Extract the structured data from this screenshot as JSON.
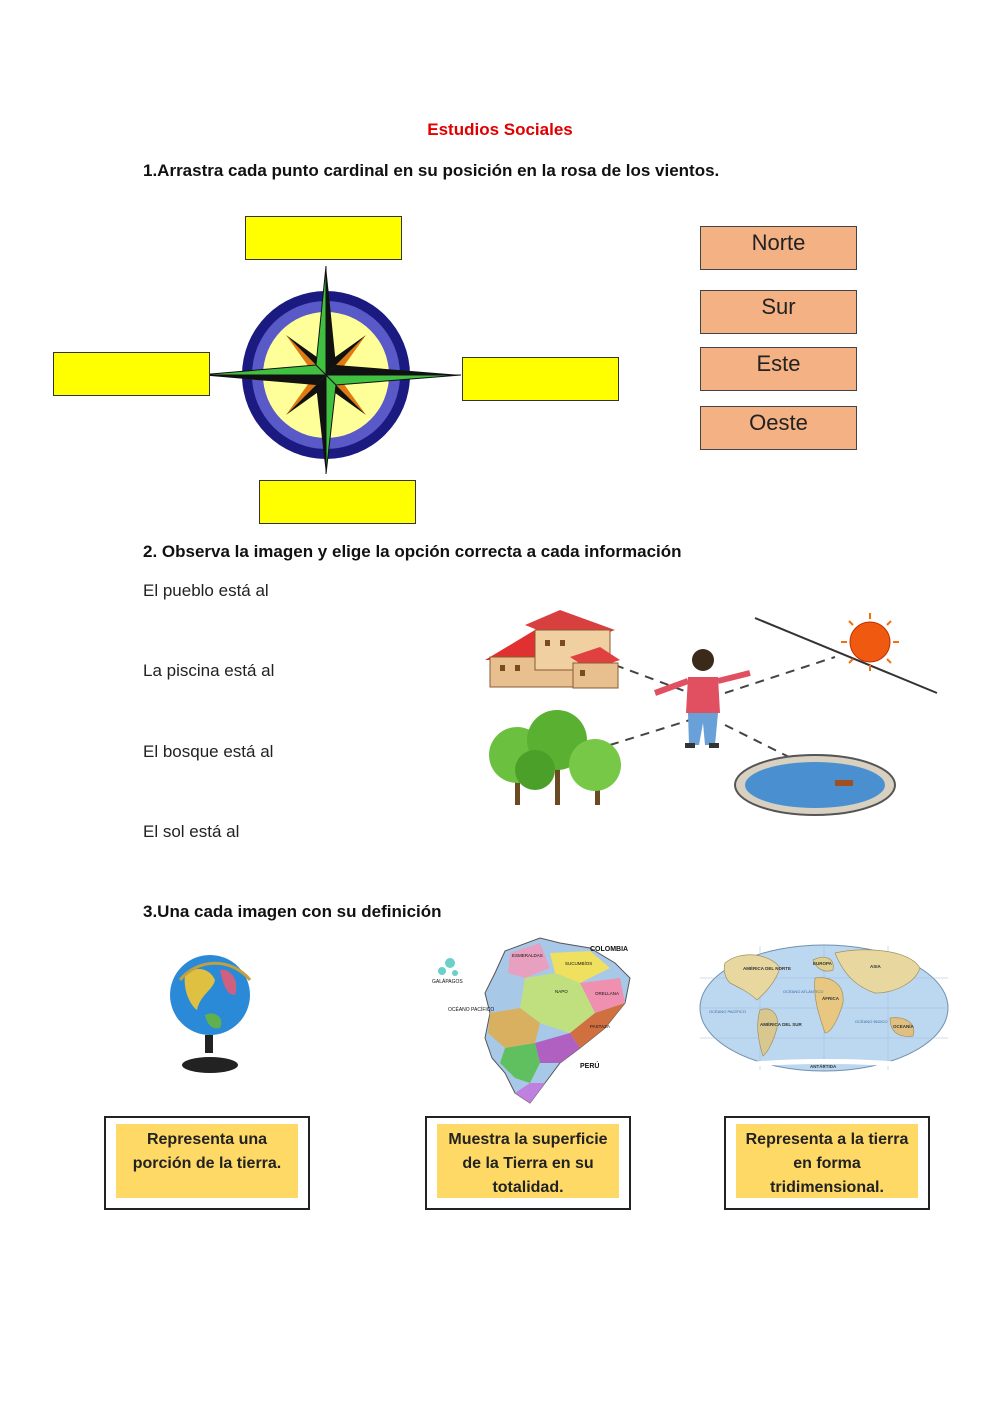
{
  "title": "Estudios Sociales",
  "section1": {
    "instruction": "1.Arrastra cada punto cardinal en su posición en la rosa de los vientos.",
    "cards": [
      "Norte",
      "Sur",
      "Este",
      "Oeste"
    ]
  },
  "section2": {
    "instruction": "2. Observa la imagen y elige la opción correcta a cada información",
    "statements": [
      "El pueblo está al",
      "La piscina está al",
      "El bosque está al",
      "El sol está al"
    ]
  },
  "section3": {
    "instruction": "3.Una cada imagen con su definición",
    "definitions": [
      "Representa una porción de la tierra.",
      "Muestra la superficie de la Tierra en su totalidad.",
      "Representa a la tierra en forma tridimensional."
    ],
    "map_labels": {
      "colombia": "COLOMBIA",
      "peru": "PERÚ",
      "galapagos": "GALÁPAGOS",
      "pacific": "OCÉANO PACÍFICO",
      "esmeraldas": "ESMERALDAS",
      "sucumbios": "SUCUMBÍOS",
      "orellana": "ORELLANA",
      "pastaza": "PASTAZA",
      "napo": "NAPO"
    },
    "world_labels": {
      "america_norte": "AMÉRICA DEL NORTE",
      "europa": "EUROPA",
      "asia": "ASIA",
      "africa": "ÁFRICA",
      "america_sur": "AMÉRICA DEL SUR",
      "oceania": "OCEANÍA",
      "antartida": "ANTÁRTIDA",
      "oc_atlantico": "OCÉANO ATLÁNTICO",
      "oc_pacifico": "OCÉANO PACÍFICO",
      "oc_indico": "OCÉANO ÍNDICO"
    }
  }
}
